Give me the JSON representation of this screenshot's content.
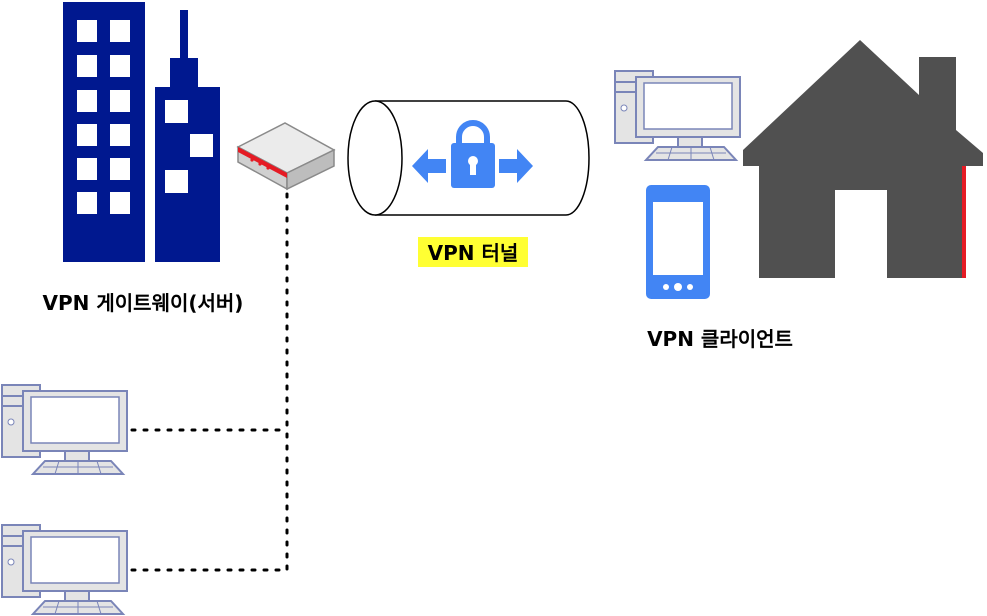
{
  "labels": {
    "gateway": "VPN 게이트웨이(서버)",
    "tunnel": "VPN 터널",
    "client": "VPN 클라이언트"
  },
  "colors": {
    "building": "#00188F",
    "router_body": "#D0D0D0",
    "router_accent": "#E51B24",
    "tunnel_icon": "#4285F4",
    "pc_frame": "#7A85B8",
    "pc_body": "#E4E4E4",
    "phone": "#4285F4",
    "house": "#505050",
    "house_accent": "#E51B24",
    "tunnel_highlight": "#FFFF33",
    "connector": "#000000"
  },
  "icons": {
    "buildings": "office-buildings-icon",
    "router": "router-icon",
    "tunnel": "vpn-tunnel-icon",
    "lock": "lock-icon",
    "computer": "desktop-computer-icon",
    "phone": "smartphone-icon",
    "house": "house-icon"
  }
}
